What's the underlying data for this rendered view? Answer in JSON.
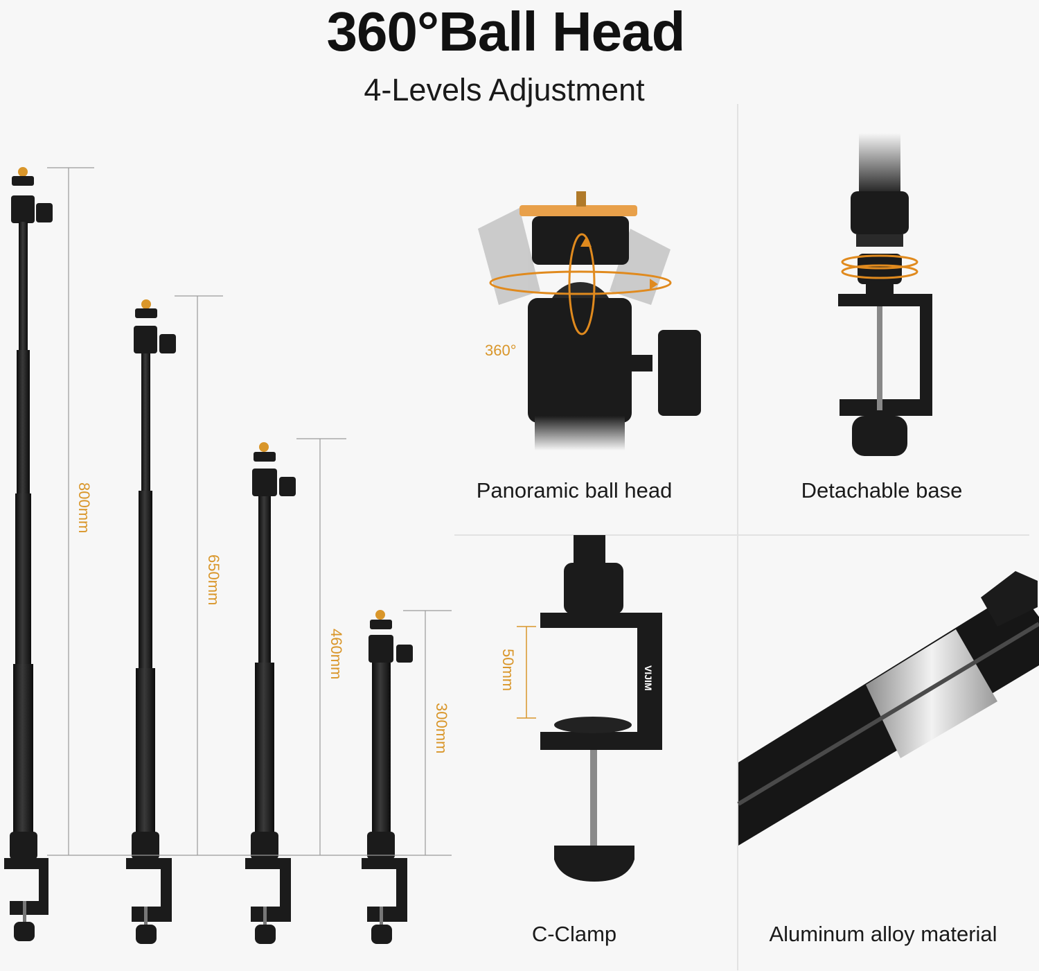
{
  "heading": {
    "title": "360°Ball Head",
    "subtitle": "4-Levels Adjustment"
  },
  "stands": {
    "heights": [
      "800mm",
      "650mm",
      "460mm",
      "300mm"
    ]
  },
  "features": {
    "ball_head": {
      "caption": "Panoramic ball head",
      "rotation_label": "360°"
    },
    "base": {
      "caption": "Detachable base"
    },
    "clamp": {
      "caption": "C-Clamp",
      "opening_label": "50mm",
      "brand": "VIJIM"
    },
    "material": {
      "caption": "Aluminum alloy material"
    }
  },
  "colors": {
    "accent": "#d9962a",
    "metal": "#1b1b1b",
    "background": "#f7f7f7"
  }
}
